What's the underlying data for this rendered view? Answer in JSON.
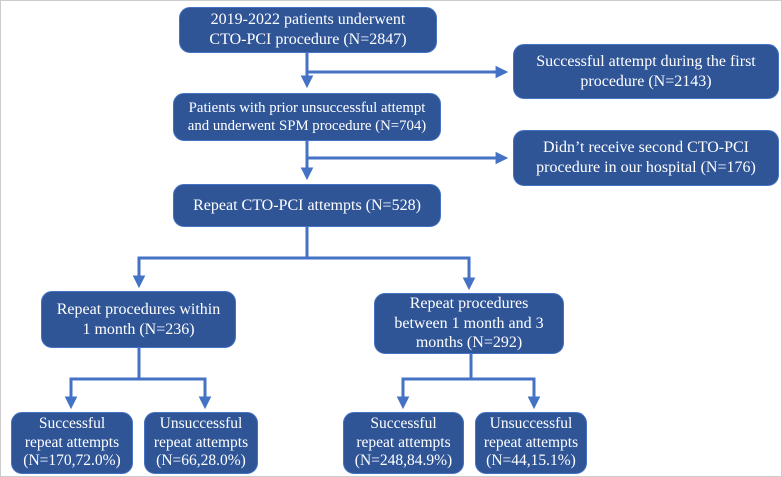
{
  "diagram": {
    "type": "flowchart",
    "colors": {
      "background": "#ffffff",
      "box_fill": "#2F5597",
      "box_border": "#4472C4",
      "arrow": "#4472C4",
      "text": "#ffffff"
    },
    "boxes": {
      "total": {
        "text": "2019-2022 patients underwent\nCTO-PCI procedure (N=2847)"
      },
      "first_success": {
        "text": "Successful attempt during the first\nprocedure (N=2143)"
      },
      "spm": {
        "text": "Patients with prior unsuccessful attempt\nand underwent SPM procedure (N=704)"
      },
      "no_second": {
        "text": "Didn’t receive second CTO-PCI\nprocedure in our hospital (N=176)"
      },
      "repeat": {
        "text": "Repeat CTO-PCI attempts (N=528)"
      },
      "within_1_month": {
        "text": "Repeat procedures within\n1 month (N=236)"
      },
      "between_1_and_3_months": {
        "text": "Repeat procedures\nbetween 1 month and 3\nmonths (N=292)"
      },
      "within_success": {
        "text": "Successful\nrepeat attempts\n(N=170,72.0%)"
      },
      "within_unsuccess": {
        "text": "Unsuccessful\nrepeat attempts\n(N=66,28.0%)"
      },
      "between_success": {
        "text": "Successful\nrepeat attempts\n(N=248,84.9%)"
      },
      "between_unsuccess": {
        "text": "Unsuccessful\nrepeat attempts\n(N=44,15.1%)"
      }
    }
  }
}
